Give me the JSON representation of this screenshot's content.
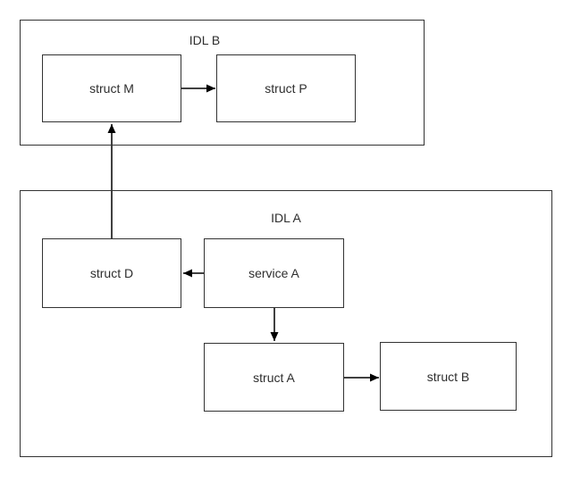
{
  "diagram": {
    "containers": [
      {
        "id": "idl-b",
        "label": "IDL B"
      },
      {
        "id": "idl-a",
        "label": "IDL A"
      }
    ],
    "nodes": [
      {
        "id": "struct-m",
        "label": "struct M"
      },
      {
        "id": "struct-p",
        "label": "struct P"
      },
      {
        "id": "struct-d",
        "label": "struct D"
      },
      {
        "id": "service-a",
        "label": "service A"
      },
      {
        "id": "struct-a",
        "label": "struct A"
      },
      {
        "id": "struct-b",
        "label": "struct B"
      }
    ],
    "edges": [
      {
        "from": "struct M",
        "to": "struct P",
        "direction": "right"
      },
      {
        "from": "struct D",
        "to": "struct M",
        "direction": "up"
      },
      {
        "from": "service A",
        "to": "struct D",
        "direction": "left"
      },
      {
        "from": "service A",
        "to": "struct A",
        "direction": "down"
      },
      {
        "from": "struct A",
        "to": "struct B",
        "direction": "right"
      }
    ],
    "colors": {
      "background": "#ffffff",
      "box_border": "#333333",
      "arrow": "#000000",
      "text": "#2e2e2e"
    }
  }
}
